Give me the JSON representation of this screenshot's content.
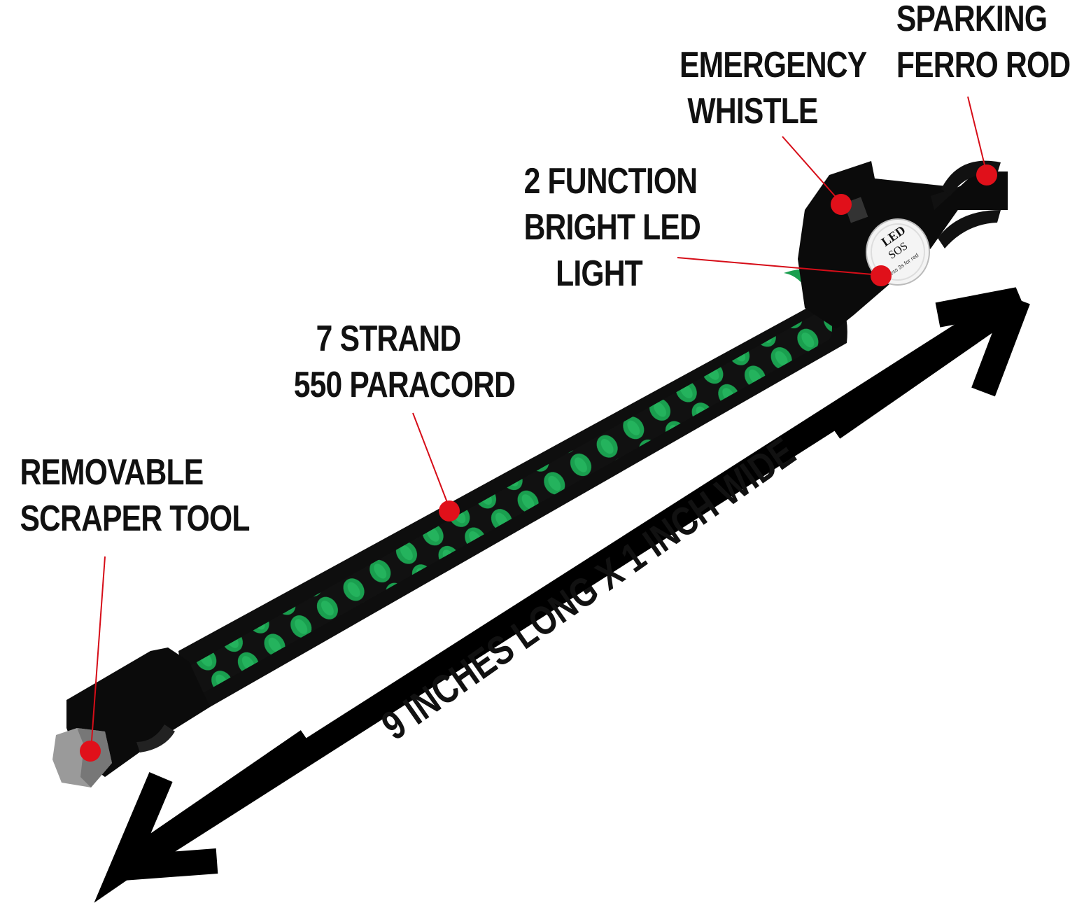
{
  "labels": {
    "ferro_rod": [
      "SPARKING",
      "FERRO ROD"
    ],
    "whistle": [
      "EMERGENCY",
      "WHISTLE"
    ],
    "led_light": [
      "2 FUNCTION",
      "BRIGHT LED",
      "LIGHT"
    ],
    "paracord": [
      "7 STRAND",
      "550 PARACORD"
    ],
    "scraper": [
      "REMOVABLE",
      "SCRAPER TOOL"
    ]
  },
  "dimension_text": "9 INCHES LONG X 1 INCH WIDE",
  "led_disc": {
    "top": "LED",
    "middle": "SOS",
    "bottom": "Press 3s for red"
  },
  "colors": {
    "cord_green": "#1a9f4f",
    "cord_black": "#111111",
    "buckle": "#0b0b0b",
    "marker_red": "#e0101a",
    "text": "#111111"
  },
  "icons": [
    "whistle-icon",
    "led-light-icon",
    "ferro-rod-icon",
    "scraper-icon",
    "arrow-icon"
  ]
}
